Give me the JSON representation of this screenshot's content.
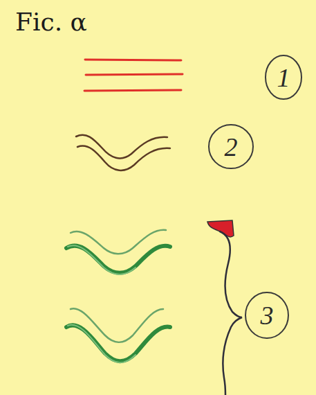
{
  "diagram": {
    "title": "Fic. α",
    "nodes": [
      {
        "text": [
          "1"
        ]
      },
      {
        "text": [
          "2"
        ]
      },
      {
        "text": [
          "3"
        ]
      }
    ]
  }
}
